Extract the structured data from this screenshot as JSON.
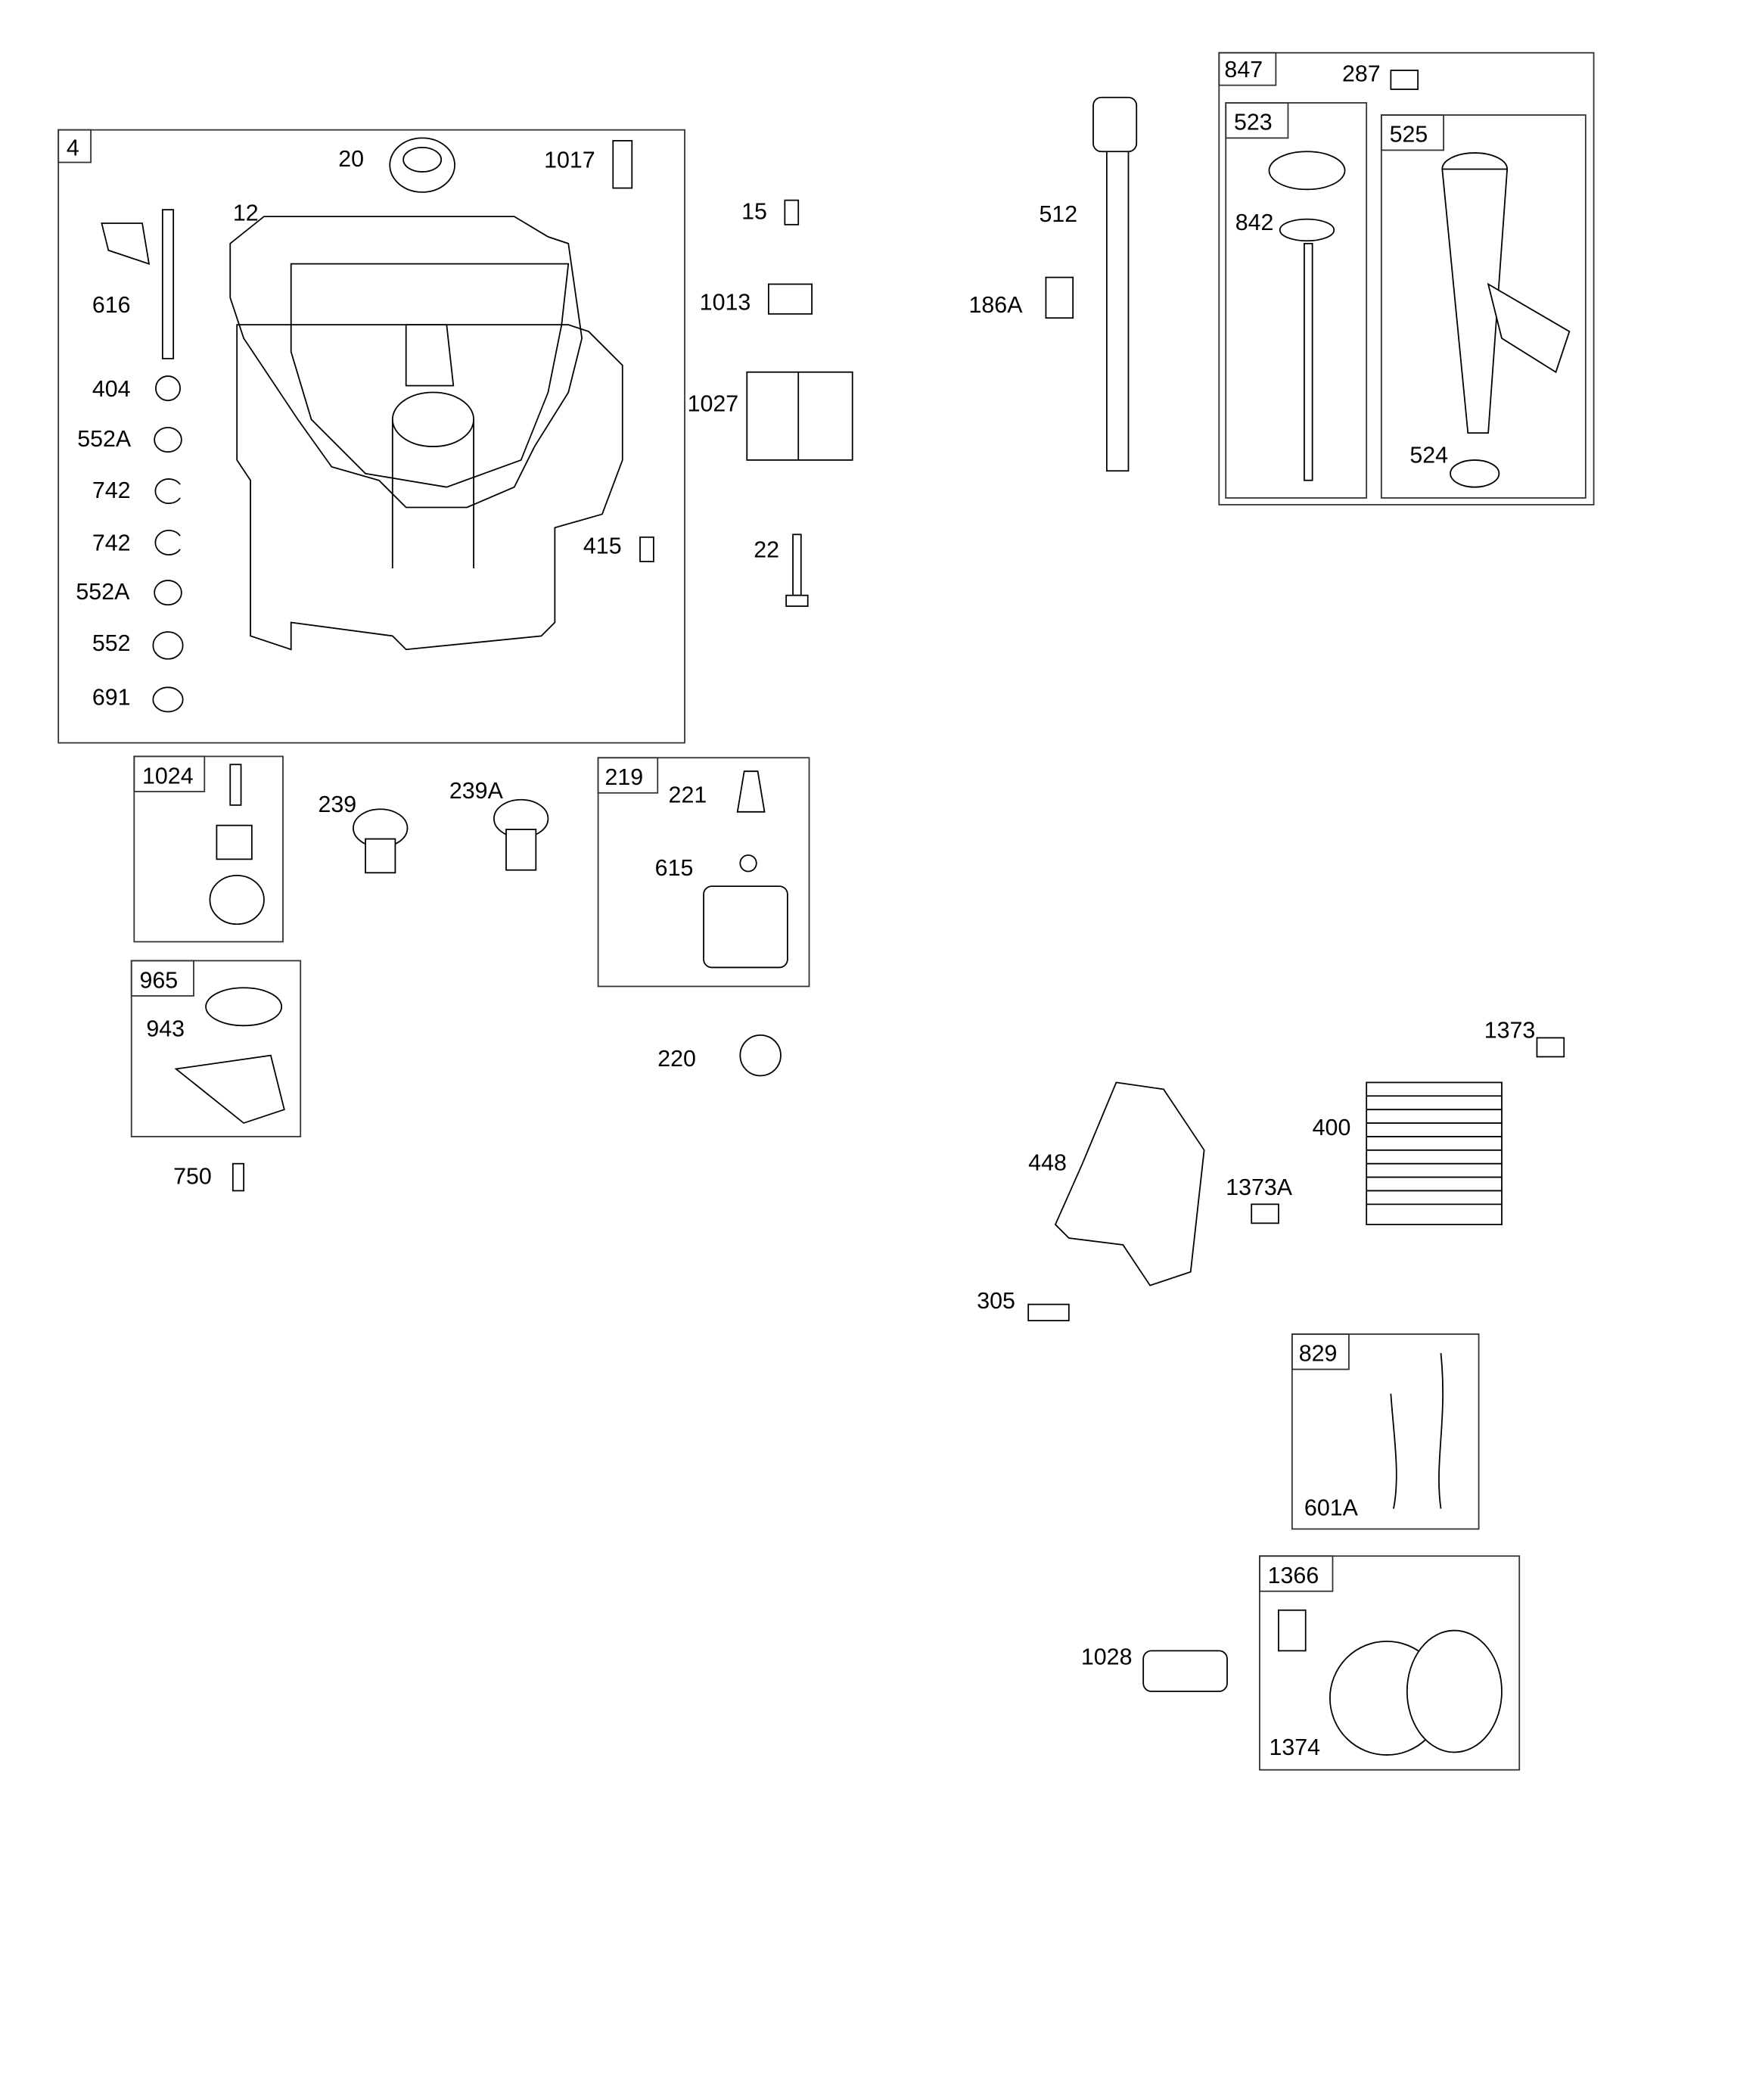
{
  "groups": {
    "g4": "4",
    "g1024": "1024",
    "g219": "219",
    "g965": "965",
    "g847": "847",
    "g523": "523",
    "g525": "525",
    "g829": "829",
    "g1366": "1366"
  },
  "labels": {
    "p20": "20",
    "p1017": "1017",
    "p12": "12",
    "p616": "616",
    "p404": "404",
    "p552a_1": "552A",
    "p742_1": "742",
    "p742_2": "742",
    "p552a_2": "552A",
    "p552": "552",
    "p691": "691",
    "p15": "15",
    "p1013": "1013",
    "p1027": "1027",
    "p415": "415",
    "p22": "22",
    "p512": "512",
    "p186a": "186A",
    "p287": "287",
    "p842": "842",
    "p524": "524",
    "p239": "239",
    "p239a": "239A",
    "p221": "221",
    "p615": "615",
    "p943": "943",
    "p750": "750",
    "p220": "220",
    "p1373": "1373",
    "p400": "400",
    "p448": "448",
    "p1373a": "1373A",
    "p305": "305",
    "p601a": "601A",
    "p1374": "1374",
    "p1028": "1028"
  }
}
